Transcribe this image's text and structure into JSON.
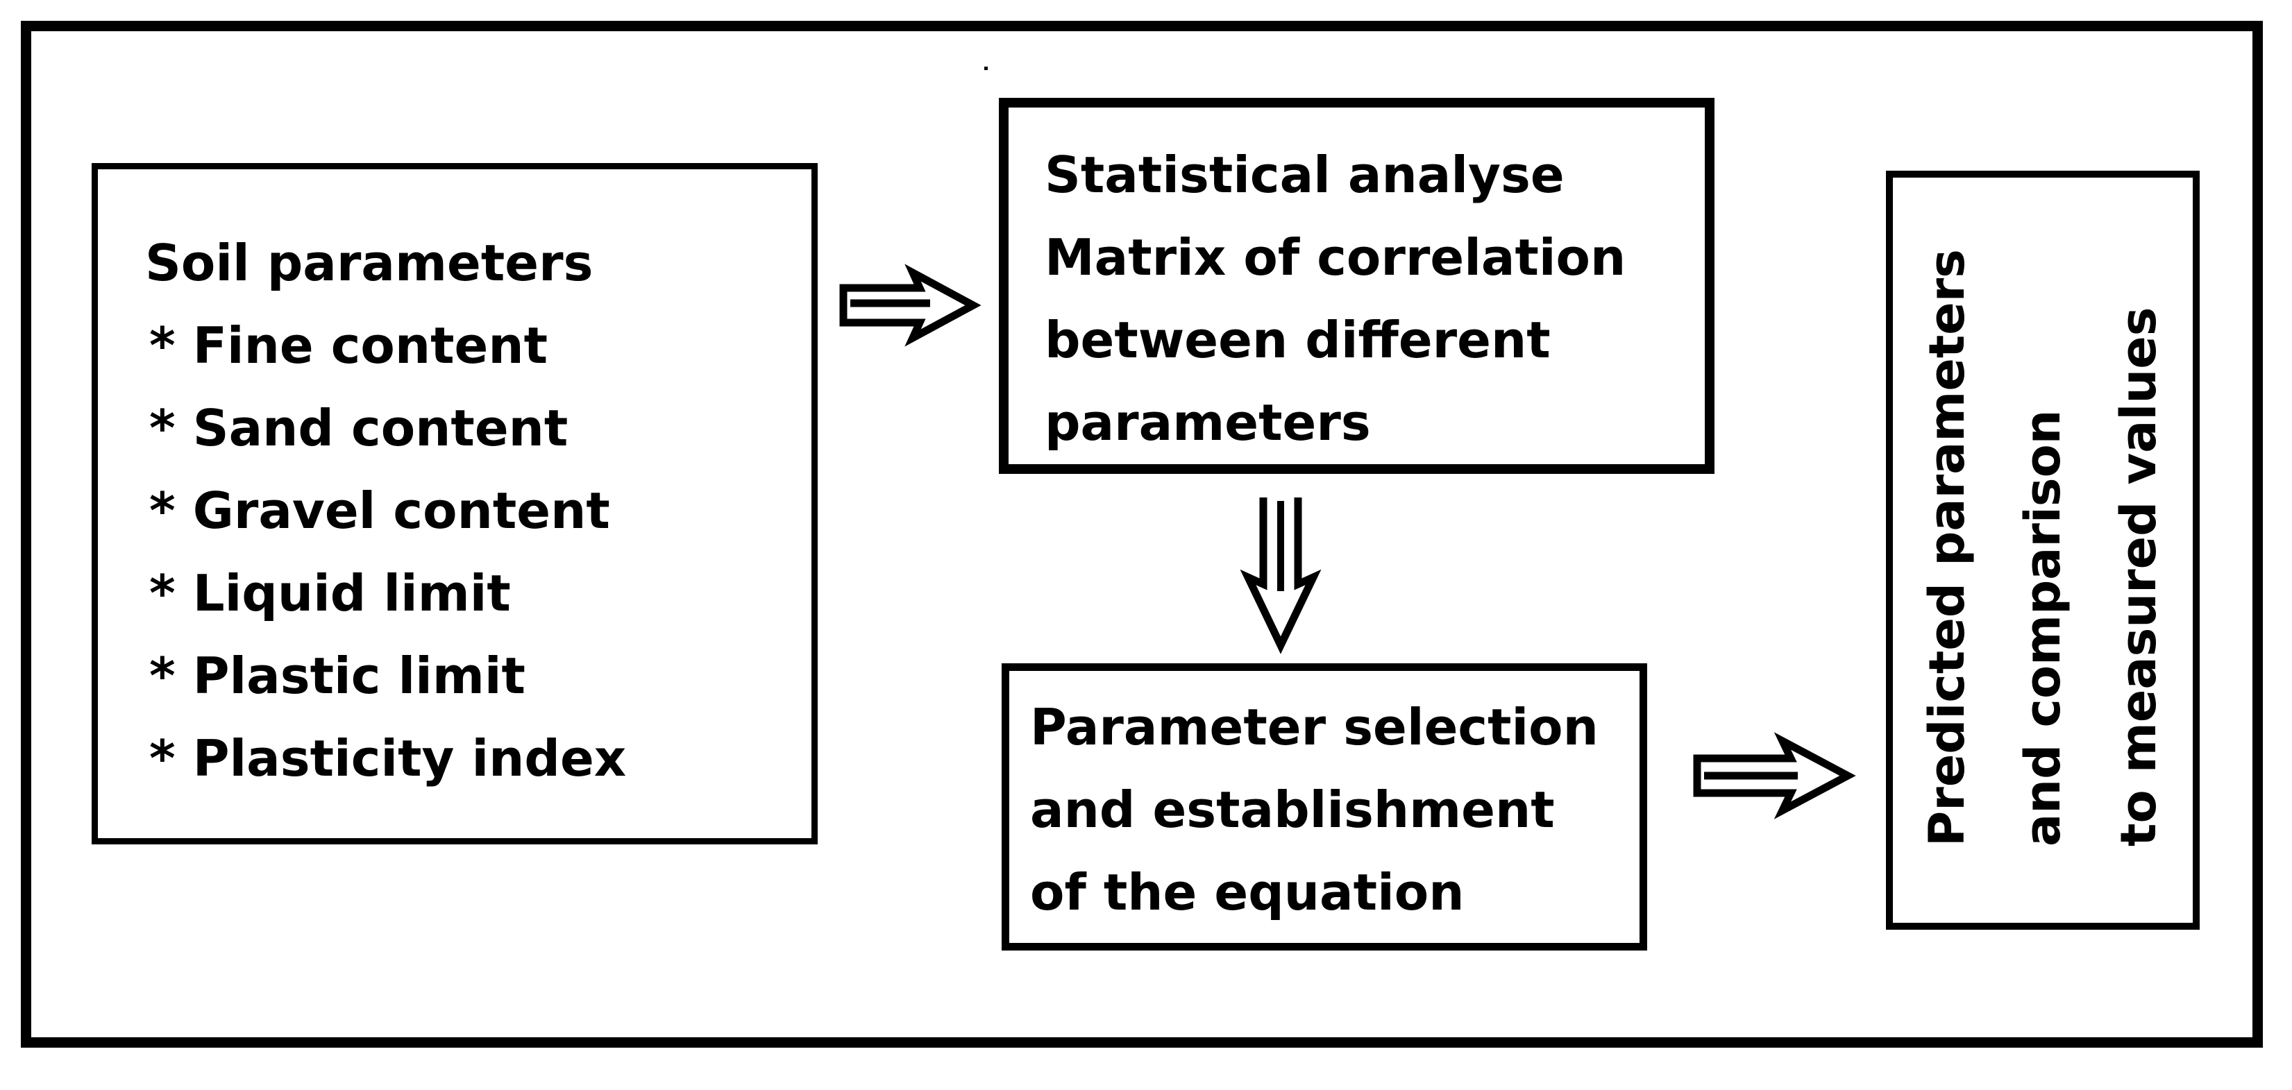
{
  "diagram": {
    "soil_box": {
      "title": "Soil parameters",
      "items": [
        "* Fine content",
        "* Sand content",
        "* Gravel content",
        "* Liquid limit",
        "* Plastic limit",
        "* Plasticity index"
      ]
    },
    "statistical_box": {
      "lines": [
        "Statistical analyse",
        "Matrix of correlation",
        "between different",
        "parameters"
      ]
    },
    "parameter_box": {
      "lines": [
        "Parameter selection",
        "and establishment",
        "of the equation"
      ]
    },
    "predicted_box": {
      "lines": [
        "Predicted parameters",
        "and comparison",
        "to measured values"
      ]
    }
  }
}
